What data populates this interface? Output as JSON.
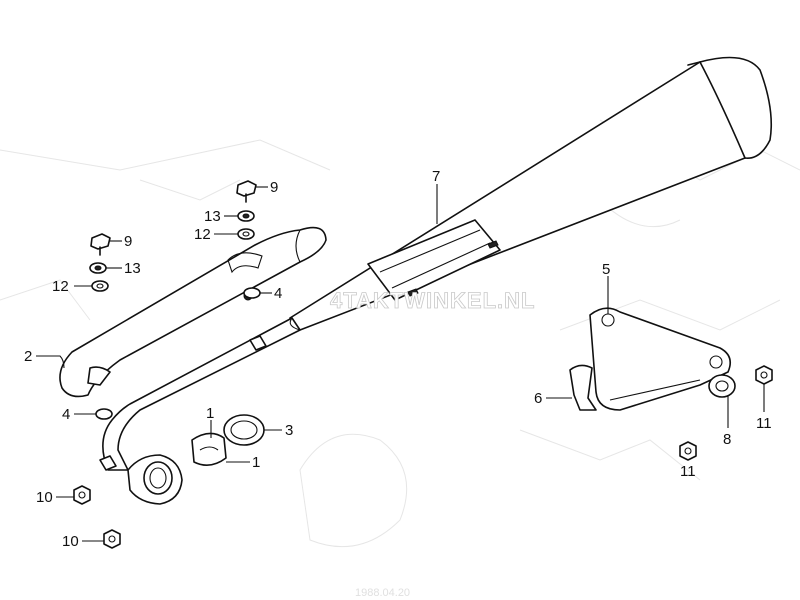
{
  "watermark": "4TAKTWINKEL.NL",
  "background_text": "1988.04.20",
  "callouts": [
    {
      "id": "c1a",
      "label": "1"
    },
    {
      "id": "c1b",
      "label": "1"
    },
    {
      "id": "c2",
      "label": "2"
    },
    {
      "id": "c3",
      "label": "3"
    },
    {
      "id": "c4a",
      "label": "4"
    },
    {
      "id": "c4b",
      "label": "4"
    },
    {
      "id": "c5",
      "label": "5"
    },
    {
      "id": "c6",
      "label": "6"
    },
    {
      "id": "c7",
      "label": "7"
    },
    {
      "id": "c8",
      "label": "8"
    },
    {
      "id": "c9a",
      "label": "9"
    },
    {
      "id": "c9b",
      "label": "9"
    },
    {
      "id": "c10a",
      "label": "10"
    },
    {
      "id": "c10b",
      "label": "10"
    },
    {
      "id": "c11a",
      "label": "11"
    },
    {
      "id": "c11b",
      "label": "11"
    },
    {
      "id": "c12a",
      "label": "12"
    },
    {
      "id": "c12b",
      "label": "12"
    },
    {
      "id": "c13a",
      "label": "13"
    },
    {
      "id": "c13b",
      "label": "13"
    }
  ]
}
